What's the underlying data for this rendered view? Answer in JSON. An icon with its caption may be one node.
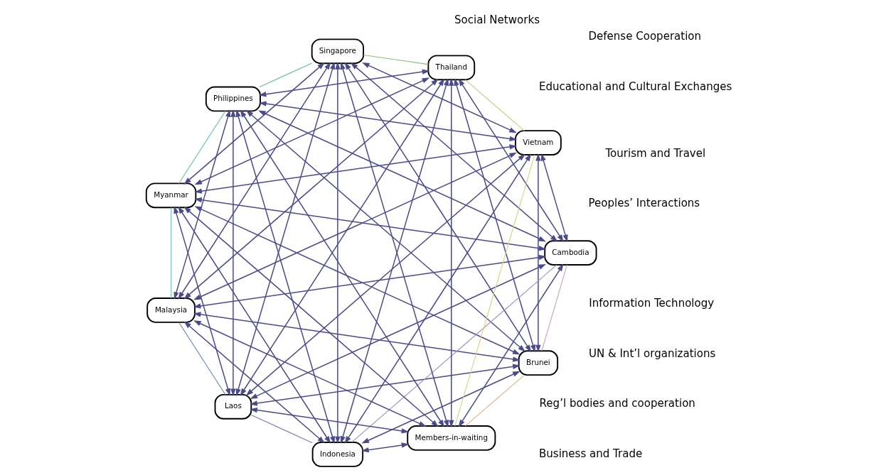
{
  "diagram": {
    "nodes": [
      {
        "text": [
          "Brunei"
        ]
      },
      {
        "text": [
          "Cambodia"
        ]
      },
      {
        "text": [
          "Indonesia"
        ]
      },
      {
        "text": [
          "Laos"
        ]
      },
      {
        "text": [
          "Malaysia"
        ]
      },
      {
        "text": [
          "Myanmar"
        ]
      },
      {
        "text": [
          "Philippines"
        ]
      },
      {
        "text": [
          "Singapore"
        ]
      },
      {
        "text": [
          "Thailand"
        ]
      },
      {
        "text": [
          "Vietnam"
        ]
      },
      {
        "text": [
          "Members-in-waiting"
        ]
      }
    ],
    "edges": [
      {
        "from": 0,
        "to": 1,
        "arrow": "none",
        "color": "#c8a0c8"
      },
      {
        "from": 1,
        "to": 2,
        "arrow": "none",
        "color": "#a090c8"
      },
      {
        "from": 2,
        "to": 3,
        "arrow": "none",
        "color": "#8080b8"
      },
      {
        "from": 3,
        "to": 4,
        "arrow": "none",
        "color": "#7090c0"
      },
      {
        "from": 4,
        "to": 5,
        "arrow": "none",
        "color": "#70c0c0"
      },
      {
        "from": 5,
        "to": 6,
        "arrow": "none",
        "color": "#70c8b0"
      },
      {
        "from": 6,
        "to": 7,
        "arrow": "none",
        "color": "#70c090"
      },
      {
        "from": 7,
        "to": 8,
        "arrow": "none",
        "color": "#90c070"
      },
      {
        "from": 8,
        "to": 9,
        "arrow": "none",
        "color": "#c8d080"
      },
      {
        "from": 9,
        "to": 10,
        "arrow": "none",
        "color": "#e0d080"
      },
      {
        "from": 10,
        "to": 0,
        "arrow": "none",
        "color": "#e8b48a"
      },
      {
        "from": 0,
        "to": 2,
        "arrow": "both"
      },
      {
        "from": 0,
        "to": 3,
        "arrow": "both"
      },
      {
        "from": 0,
        "to": 4,
        "arrow": "both"
      },
      {
        "from": 0,
        "to": 5,
        "arrow": "both"
      },
      {
        "from": 0,
        "to": 6,
        "arrow": "both"
      },
      {
        "from": 0,
        "to": 7,
        "arrow": "both"
      },
      {
        "from": 0,
        "to": 8,
        "arrow": "both"
      },
      {
        "from": 0,
        "to": 9,
        "arrow": "both"
      },
      {
        "from": 1,
        "to": 3,
        "arrow": "both"
      },
      {
        "from": 1,
        "to": 4,
        "arrow": "both"
      },
      {
        "from": 1,
        "to": 5,
        "arrow": "both"
      },
      {
        "from": 1,
        "to": 6,
        "arrow": "both"
      },
      {
        "from": 1,
        "to": 7,
        "arrow": "both"
      },
      {
        "from": 1,
        "to": 8,
        "arrow": "both"
      },
      {
        "from": 1,
        "to": 9,
        "arrow": "both"
      },
      {
        "from": 1,
        "to": 10,
        "arrow": "both"
      },
      {
        "from": 2,
        "to": 4,
        "arrow": "both"
      },
      {
        "from": 2,
        "to": 5,
        "arrow": "both"
      },
      {
        "from": 2,
        "to": 6,
        "arrow": "both"
      },
      {
        "from": 2,
        "to": 7,
        "arrow": "both"
      },
      {
        "from": 2,
        "to": 8,
        "arrow": "both"
      },
      {
        "from": 2,
        "to": 9,
        "arrow": "both"
      },
      {
        "from": 2,
        "to": 10,
        "arrow": "both"
      },
      {
        "from": 3,
        "to": 5,
        "arrow": "both"
      },
      {
        "from": 3,
        "to": 6,
        "arrow": "both"
      },
      {
        "from": 3,
        "to": 7,
        "arrow": "both"
      },
      {
        "from": 3,
        "to": 8,
        "arrow": "both"
      },
      {
        "from": 3,
        "to": 9,
        "arrow": "both"
      },
      {
        "from": 3,
        "to": 10,
        "arrow": "both"
      },
      {
        "from": 4,
        "to": 6,
        "arrow": "both"
      },
      {
        "from": 4,
        "to": 7,
        "arrow": "both"
      },
      {
        "from": 4,
        "to": 8,
        "arrow": "both"
      },
      {
        "from": 4,
        "to": 9,
        "arrow": "both"
      },
      {
        "from": 4,
        "to": 10,
        "arrow": "both"
      },
      {
        "from": 5,
        "to": 7,
        "arrow": "both"
      },
      {
        "from": 5,
        "to": 8,
        "arrow": "both"
      },
      {
        "from": 5,
        "to": 9,
        "arrow": "both"
      },
      {
        "from": 5,
        "to": 10,
        "arrow": "both"
      },
      {
        "from": 6,
        "to": 8,
        "arrow": "both"
      },
      {
        "from": 6,
        "to": 9,
        "arrow": "both"
      },
      {
        "from": 6,
        "to": 10,
        "arrow": "both"
      },
      {
        "from": 7,
        "to": 9,
        "arrow": "both"
      },
      {
        "from": 7,
        "to": 10,
        "arrow": "both"
      },
      {
        "from": 8,
        "to": 10,
        "arrow": "both"
      }
    ],
    "labels": [
      "Business and Trade",
      "Educational and Cultural Exchanges",
      "Reg’l bodies and cooperation",
      "Peoples’ Interactions",
      "Defense Cooperation",
      "Social Networks",
      "UN & Int’l organizations",
      "Information Technology",
      "Tourism and Travel"
    ]
  }
}
